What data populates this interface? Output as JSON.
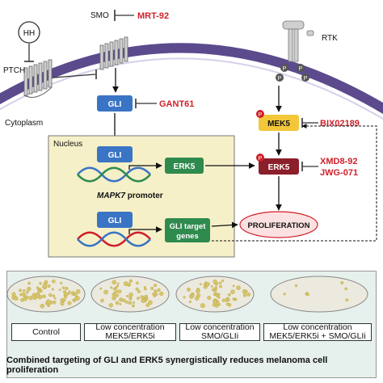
{
  "colors": {
    "membrane": "#5b4a8c",
    "nucleus_fill": "#f5f0c8",
    "gli_box": "#3a74c4",
    "erk5_box": "#2f8a4e",
    "erk5_dark": "#8b1f2a",
    "mek5_box": "#f2c73a",
    "inhibitor_red": "#d01f2a",
    "proliferation_fill": "#fbe1e1",
    "bottom_panel": "#e6f0ec"
  },
  "labels": {
    "smo": "SMO",
    "hh": "HH",
    "ptch": "PTCH",
    "rtk": "RTK",
    "cytoplasm": "Cytoplasm",
    "nucleus": "Nucleus",
    "gli_cyto": "GLI",
    "gli_nucleus1": "GLI",
    "gli_nucleus2": "GLI",
    "erk5_nucleus": "ERK5",
    "erk5_right": "ERK5",
    "mek5": "MEK5",
    "gli_target_line1": "GLI target",
    "gli_target_line2": "genes",
    "mapk7_italic": "MAPK7",
    "mapk7_rest": " promoter",
    "proliferation": "PROLIFERATION",
    "phospho": "P"
  },
  "inhibitors": {
    "mrt92": "MRT-92",
    "gant61": "GANT61",
    "bix02189": "BIX02189",
    "xmd8_92": "XMD8-92",
    "jwg071": "JWG-071"
  },
  "conditions": [
    {
      "line1": "Control",
      "line2": ""
    },
    {
      "line1": "Low concentration",
      "line2": "MEK5/ERK5i"
    },
    {
      "line1": "Low concentration",
      "line2": "SMO/GLIi"
    },
    {
      "line1": "Low concentration",
      "line2": "MEK5/ERK5i + SMO/GLIi"
    }
  ],
  "colony_density": [
    1,
    0.8,
    0.8,
    0.1
  ],
  "caption": "Combined targeting of GLI and ERK5 synergistically reduces melanoma cell proliferation"
}
